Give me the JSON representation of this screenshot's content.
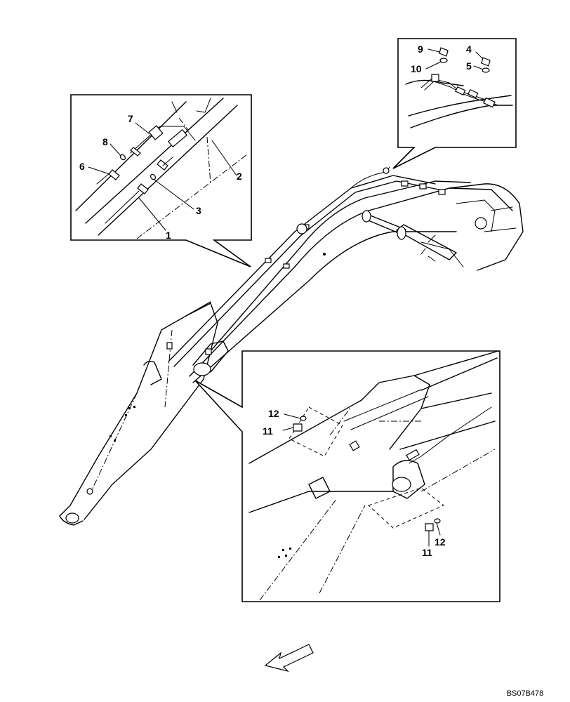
{
  "callouts": {
    "top_left": [
      "1",
      "2",
      "3",
      "6",
      "7",
      "8"
    ],
    "top_right": [
      "9",
      "10",
      "4",
      "5"
    ],
    "bottom": [
      "12",
      "11",
      "12",
      "11"
    ]
  },
  "drawing_code": "BS07B478",
  "icons": {
    "direction": "front-direction-arrow-icon"
  }
}
